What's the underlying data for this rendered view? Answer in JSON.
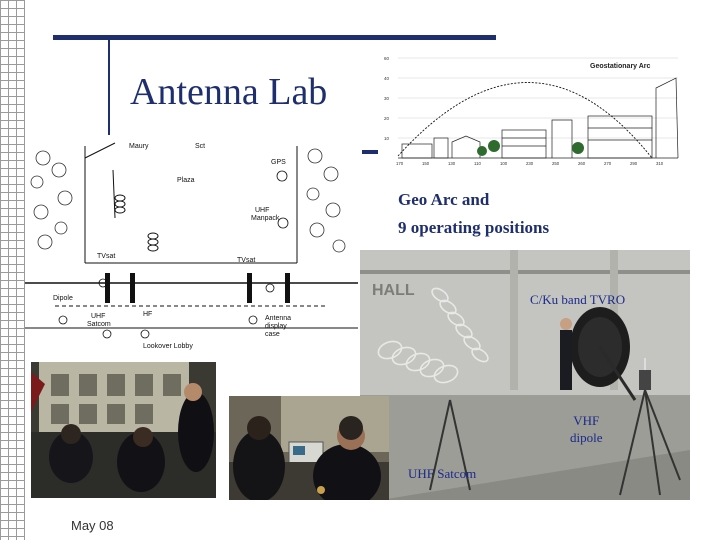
{
  "slide": {
    "title": "Antenna Lab",
    "footer_date": "May 08"
  },
  "geo_chart": {
    "title": "Geostationary Arc",
    "y_ticks": [
      "60",
      "40",
      "30",
      "20",
      "10"
    ],
    "x_ticks": [
      "170",
      "150",
      "130",
      "110",
      "100",
      "230",
      "250",
      "260",
      "270",
      "290",
      "310"
    ]
  },
  "caption": {
    "line1": "Geo Arc and",
    "line2": "9 operating positions"
  },
  "floorplan": {
    "north_label": "Maury",
    "north2_label": "Sct",
    "plaza_label": "Plaza",
    "gps_label": "GPS",
    "uhf_manpack_label": "UHF\nManpack",
    "tvsat_label": "TVsat",
    "tvsat2_label": "TVsat",
    "dipole_label": "Dipole",
    "uhf_satcom_label": "UHF\nSatcom",
    "hf_label": "HF",
    "antenna_display_label": "Antenna\ndisplay\ncase",
    "lobby_label": "Lookover Lobby"
  },
  "photo_labels": {
    "c_ku_band": "C/Ku band TVRO",
    "vhf_line1": "VHF",
    "vhf_line2": "dipole",
    "uhf_satcom": "UHF Satcom"
  }
}
